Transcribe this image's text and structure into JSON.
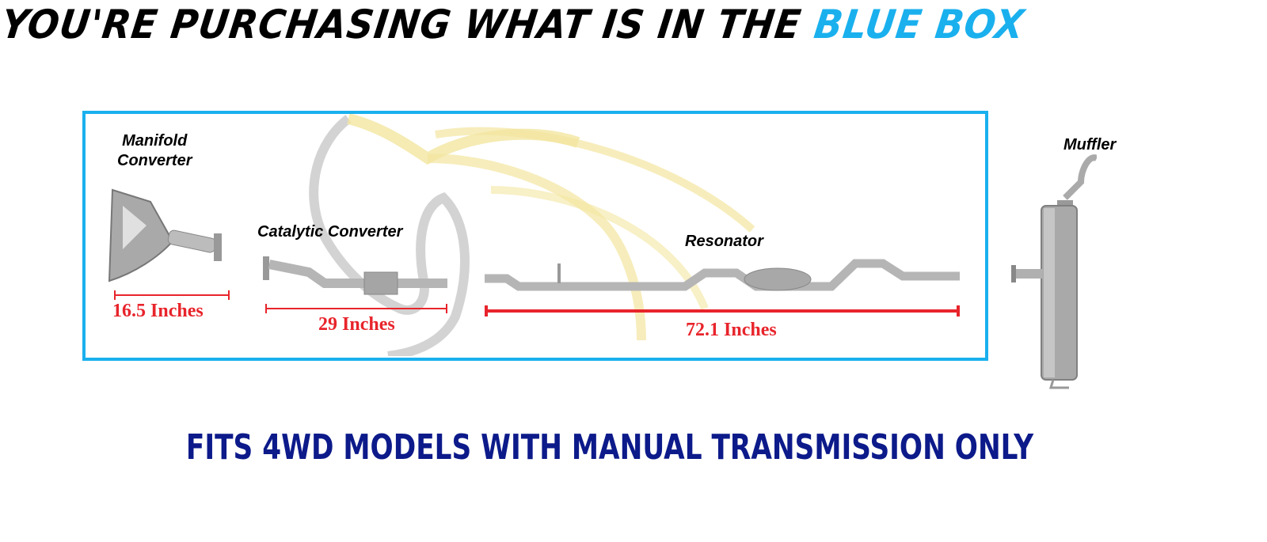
{
  "header": {
    "title_prefix": "YOU'RE PURCHASING WHAT IS IN THE",
    "title_accent": "BLUE BOX"
  },
  "colors": {
    "accent": "#1ab0ee",
    "dimension": "#e8242b",
    "footer": "#0c1a8a"
  },
  "parts": [
    {
      "name_line1": "Manifold",
      "name_line2": "Converter",
      "length": "16.5 Inches",
      "included": true
    },
    {
      "name": "Catalytic Converter",
      "length": "29 Inches",
      "included": true
    },
    {
      "name": "Resonator",
      "length": "72.1 Inches",
      "included": true
    },
    {
      "name": "Muffler",
      "included": false
    }
  ],
  "footer": {
    "note": "FITS 4WD MODELS WITH MANUAL TRANSMISSION ONLY"
  }
}
